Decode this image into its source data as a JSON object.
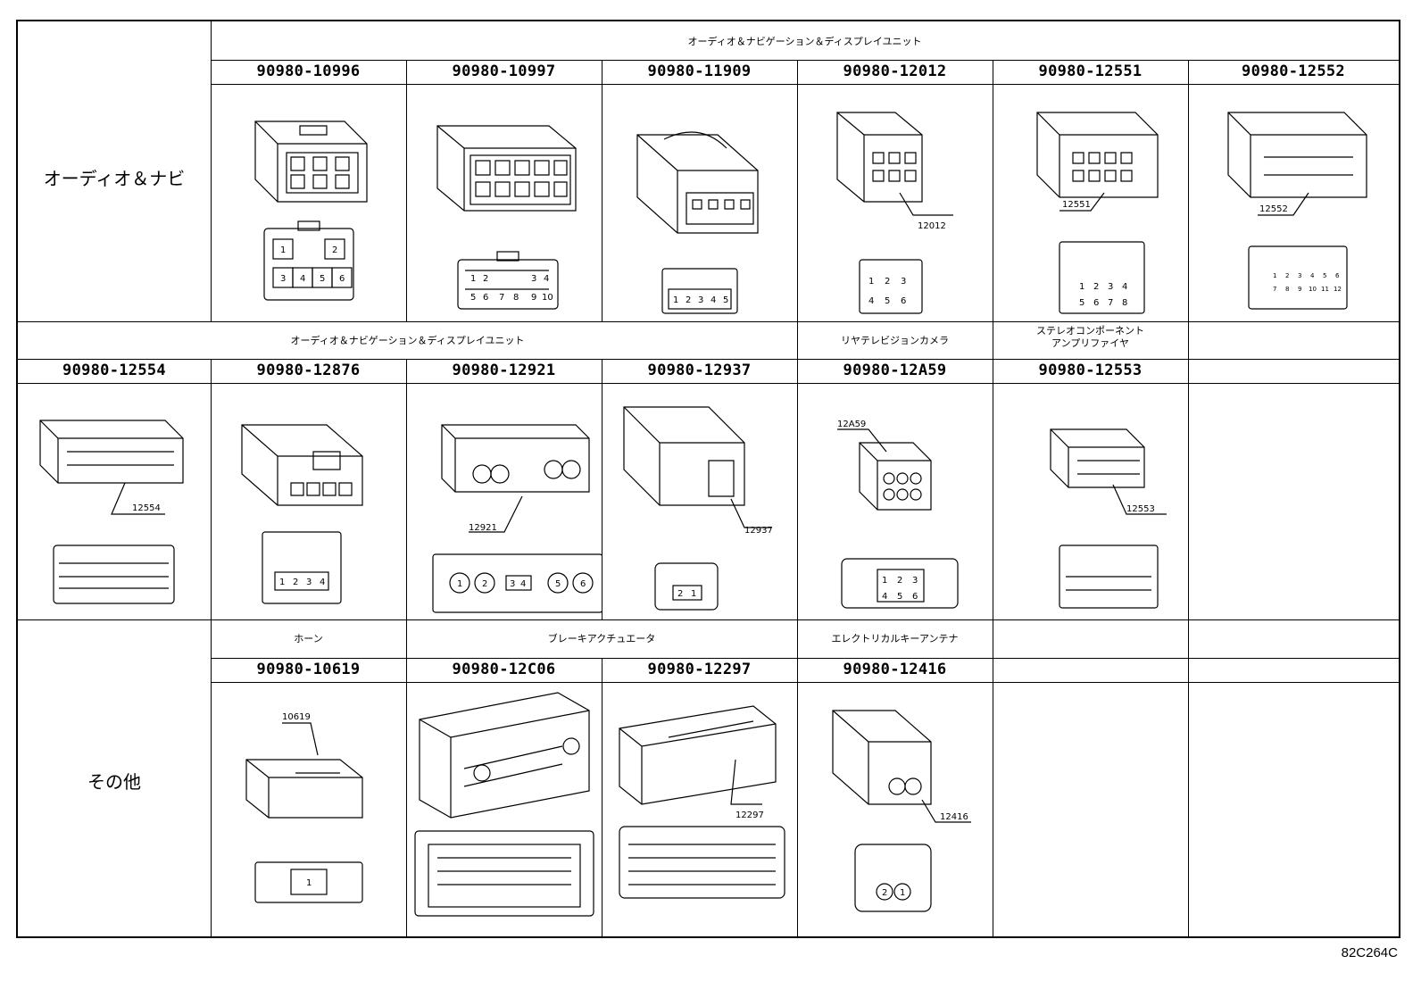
{
  "row_labels": [
    "オーディオ＆ナビ",
    "その他"
  ],
  "group_headers": {
    "row1": "オーディオ＆ナビゲーション＆ディスプレイユニット",
    "row2_audio": "オーディオ＆ナビゲーション＆ディスプレイユニット",
    "row2_camera": "リヤテレビジョンカメラ",
    "row2_amp": "ステレオコンポーネント\nアンプリファイヤ",
    "row3_horn": "ホーン",
    "row3_brake": "ブレーキアクチュエータ",
    "row3_antenna": "エレクトリカルキーアンテナ"
  },
  "row1_parts": [
    "90980-10996",
    "90980-10997",
    "90980-11909",
    "90980-12012",
    "90980-12551",
    "90980-12552"
  ],
  "row2_parts": [
    "90980-12554",
    "90980-12876",
    "90980-12921",
    "90980-12937",
    "90980-12A59",
    "90980-12553"
  ],
  "row3_parts": [
    "90980-10619",
    "90980-12C06",
    "90980-12297",
    "90980-12416"
  ],
  "ref_marks": {
    "r1c4": "12012",
    "r1c5": "12551",
    "r1c6": "12552",
    "r2c1": "12554",
    "r2c3": "12921",
    "r2c4": "12937",
    "r2c5": "12A59",
    "r2c6": "12553",
    "r3c1": "10619",
    "r3c3": "12297",
    "r3c4": "12416"
  },
  "pin_labels": {
    "p10996": [
      "1",
      "2",
      "3",
      "4",
      "5",
      "6"
    ],
    "p10997": [
      "1",
      "2",
      "3",
      "4",
      "5",
      "6",
      "7",
      "8",
      "9",
      "10"
    ],
    "p11909": [
      "1",
      "2",
      "3",
      "4",
      "5"
    ],
    "p12012": [
      "1",
      "2",
      "3",
      "4",
      "5",
      "6"
    ],
    "p12551": [
      "1",
      "2",
      "3",
      "4",
      "5",
      "6",
      "7",
      "8"
    ],
    "p12552": [
      "1",
      "2",
      "3",
      "4",
      "5",
      "6",
      "7",
      "8",
      "9",
      "10",
      "11",
      "12"
    ],
    "p12876": [
      "1",
      "2",
      "3",
      "4"
    ],
    "p12921": [
      "1",
      "2",
      "3",
      "4",
      "5",
      "6"
    ],
    "p12937": [
      "2",
      "1"
    ],
    "p12A59": [
      "1",
      "2",
      "3",
      "4",
      "5",
      "6"
    ],
    "p10619": [
      "1"
    ],
    "p12416": [
      "2",
      "1"
    ]
  },
  "diagram_code": "82C264C"
}
